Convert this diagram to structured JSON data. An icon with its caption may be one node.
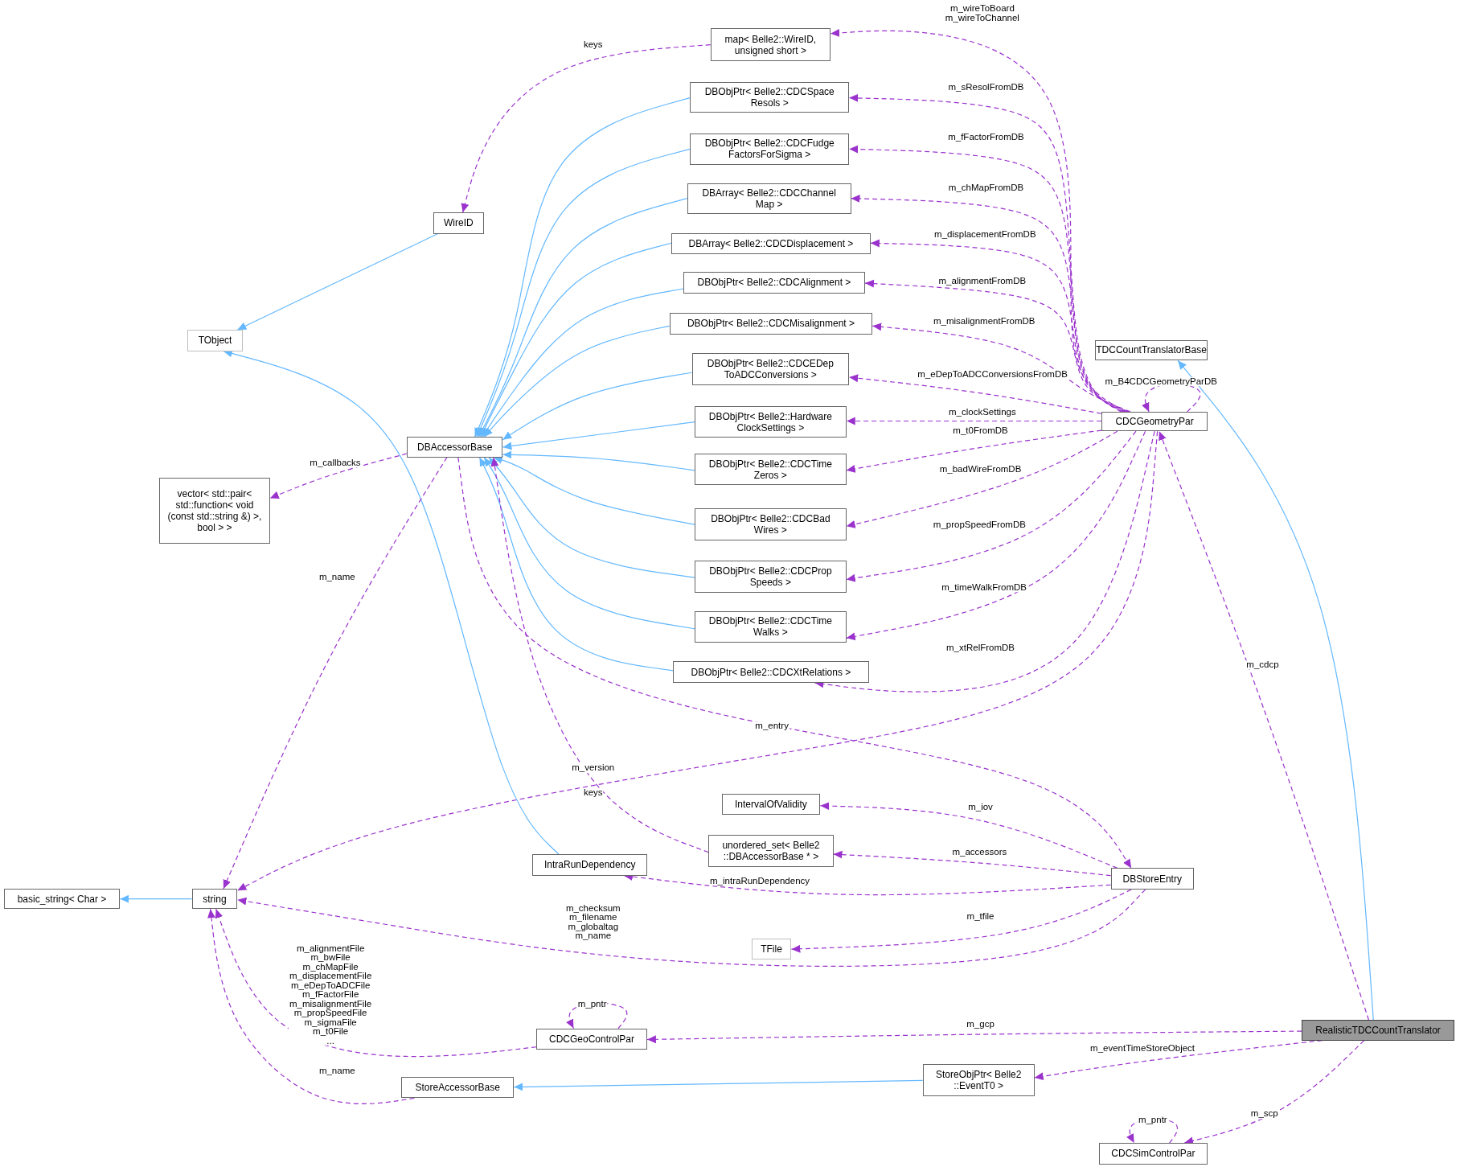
{
  "diagram": {
    "nodes": [
      {
        "text": [
          "RealisticTDCCountTranslator"
        ]
      },
      {
        "text": [
          "TDCCountTranslatorBase"
        ]
      },
      {
        "text": [
          "CDCGeometryPar"
        ]
      },
      {
        "text": [
          "map< Belle2::WireID, unsigned short >"
        ]
      },
      {
        "text": [
          "WireID"
        ]
      },
      {
        "text": [
          "TObject"
        ]
      },
      {
        "text": [
          "DBAccessorBase"
        ]
      },
      {
        "text": [
          "DBObjPtr< Belle2::CDCSpace Resols >"
        ]
      },
      {
        "text": [
          "DBObjPtr< Belle2::CDCFudge FactorsForSigma >"
        ]
      },
      {
        "text": [
          "DBArray< Belle2::CDCChannel Map >"
        ]
      },
      {
        "text": [
          "DBArray< Belle2::CDCDisplacement >"
        ]
      },
      {
        "text": [
          "DBObjPtr< Belle2::CDCAlignment >"
        ]
      },
      {
        "text": [
          "DBObjPtr< Belle2::CDCMisalignment >"
        ]
      },
      {
        "text": [
          "DBObjPtr< Belle2::CDCEDep ToADCConversions >"
        ]
      },
      {
        "text": [
          "DBObjPtr< Belle2::Hardware ClockSettings >"
        ]
      },
      {
        "text": [
          "DBObjPtr< Belle2::CDCTime Zeros >"
        ]
      },
      {
        "text": [
          "DBObjPtr< Belle2::CDCBad Wires >"
        ]
      },
      {
        "text": [
          "DBObjPtr< Belle2::CDCProp Speeds >"
        ]
      },
      {
        "text": [
          "DBObjPtr< Belle2::CDCTime Walks >"
        ]
      },
      {
        "text": [
          "DBObjPtr< Belle2::CDCXtRelations >"
        ]
      },
      {
        "text": [
          "vector< std::pair< std::function< void (const std::string &) >, bool > >"
        ]
      },
      {
        "text": [
          "string"
        ]
      },
      {
        "text": [
          "basic_string< Char >"
        ]
      },
      {
        "text": [
          "IntervalOfValidity"
        ]
      },
      {
        "text": [
          "unordered_set< Belle2 ::DBAccessorBase * >"
        ]
      },
      {
        "text": [
          "IntraRunDependency"
        ]
      },
      {
        "text": [
          "DBStoreEntry"
        ]
      },
      {
        "text": [
          "TFile"
        ]
      },
      {
        "text": [
          "CDCGeoControlPar"
        ]
      },
      {
        "text": [
          "StoreAccessorBase"
        ]
      },
      {
        "text": [
          "StoreObjPtr< Belle2 ::EventT0 >"
        ]
      },
      {
        "text": [
          "CDCSimControlPar"
        ]
      }
    ],
    "edges": [
      {
        "from": 0,
        "to": 1,
        "arrow": "to",
        "color": "#63b8ff"
      },
      {
        "from": 0,
        "to": 2,
        "arrow": "to",
        "label": "m_cdcp",
        "style": "dashed"
      },
      {
        "from": 0,
        "to": 28,
        "arrow": "to",
        "label": "m_gcp",
        "style": "dashed"
      },
      {
        "from": 0,
        "to": 30,
        "arrow": "to",
        "label": "m_eventTimeStoreObject",
        "style": "dashed"
      },
      {
        "from": 0,
        "to": 31,
        "arrow": "to",
        "label": "m_scp",
        "style": "dashed"
      },
      {
        "from": 31,
        "to": 31,
        "arrow": "to",
        "label": "m_pntr",
        "style": "dashed"
      },
      {
        "from": 28,
        "to": 28,
        "arrow": "to",
        "label": "m_pntr",
        "style": "dashed"
      },
      {
        "from": 28,
        "to": 21,
        "arrow": "to",
        "label": "m_alignmentFile m_bwFile m_chMapFile m_displacementFile m_eDepToADCFile m_fFactorFile m_misalignmentFile m_propSpeedFile m_sigmaFile m_t0File ...",
        "style": "dashed"
      },
      {
        "from": 29,
        "to": 21,
        "arrow": "to",
        "label": "m_name",
        "style": "dashed"
      },
      {
        "from": 30,
        "to": 29,
        "arrow": "to",
        "color": "#63b8ff"
      },
      {
        "from": 2,
        "to": 2,
        "arrow": "to",
        "label": "m_B4CDCGeometryParDB",
        "style": "dashed"
      },
      {
        "from": 2,
        "to": 3,
        "arrow": "to",
        "label": "m_wireToBoard m_wireToChannel",
        "style": "dashed"
      },
      {
        "from": 2,
        "to": 7,
        "arrow": "to",
        "label": "m_sResolFromDB",
        "style": "dashed"
      },
      {
        "from": 2,
        "to": 8,
        "arrow": "to",
        "label": "m_fFactorFromDB",
        "style": "dashed"
      },
      {
        "from": 2,
        "to": 9,
        "arrow": "to",
        "label": "m_chMapFromDB",
        "style": "dashed"
      },
      {
        "from": 2,
        "to": 10,
        "arrow": "to",
        "label": "m_displacementFromDB",
        "style": "dashed"
      },
      {
        "from": 2,
        "to": 11,
        "arrow": "to",
        "label": "m_alignmentFromDB",
        "style": "dashed"
      },
      {
        "from": 2,
        "to": 12,
        "arrow": "to",
        "label": "m_misalignmentFromDB",
        "style": "dashed"
      },
      {
        "from": 2,
        "to": 13,
        "arrow": "to",
        "label": "m_eDepToADCConversionsFromDB",
        "style": "dashed"
      },
      {
        "from": 2,
        "to": 14,
        "arrow": "to",
        "label": "m_clockSettings",
        "style": "dashed"
      },
      {
        "from": 2,
        "to": 15,
        "arrow": "to",
        "label": "m_t0FromDB",
        "style": "dashed"
      },
      {
        "from": 2,
        "to": 16,
        "arrow": "to",
        "label": "m_badWireFromDB",
        "style": "dashed"
      },
      {
        "from": 2,
        "to": 17,
        "arrow": "to",
        "label": "m_propSpeedFromDB",
        "style": "dashed"
      },
      {
        "from": 2,
        "to": 18,
        "arrow": "to",
        "label": "m_timeWalkFromDB",
        "style": "dashed"
      },
      {
        "from": 2,
        "to": 19,
        "arrow": "to",
        "label": "m_xtRelFromDB",
        "style": "dashed"
      },
      {
        "from": 2,
        "to": 21,
        "arrow": "to",
        "label": "m_version",
        "style": "dashed"
      },
      {
        "from": 3,
        "to": 4,
        "arrow": "to",
        "label": "keys",
        "style": "dashed"
      },
      {
        "from": 4,
        "to": 5,
        "arrow": "to",
        "color": "#63b8ff"
      },
      {
        "from": 25,
        "to": 5,
        "arrow": "to",
        "color": "#63b8ff"
      },
      {
        "from": 7,
        "to": 6,
        "arrow": "to",
        "color": "#63b8ff"
      },
      {
        "from": 8,
        "to": 6,
        "arrow": "to",
        "color": "#63b8ff"
      },
      {
        "from": 9,
        "to": 6,
        "arrow": "to",
        "color": "#63b8ff"
      },
      {
        "from": 10,
        "to": 6,
        "arrow": "to",
        "color": "#63b8ff"
      },
      {
        "from": 11,
        "to": 6,
        "arrow": "to",
        "color": "#63b8ff"
      },
      {
        "from": 12,
        "to": 6,
        "arrow": "to",
        "color": "#63b8ff"
      },
      {
        "from": 13,
        "to": 6,
        "arrow": "to",
        "color": "#63b8ff"
      },
      {
        "from": 14,
        "to": 6,
        "arrow": "to",
        "color": "#63b8ff"
      },
      {
        "from": 15,
        "to": 6,
        "arrow": "to",
        "color": "#63b8ff"
      },
      {
        "from": 16,
        "to": 6,
        "arrow": "to",
        "color": "#63b8ff"
      },
      {
        "from": 17,
        "to": 6,
        "arrow": "to",
        "color": "#63b8ff"
      },
      {
        "from": 18,
        "to": 6,
        "arrow": "to",
        "color": "#63b8ff"
      },
      {
        "from": 19,
        "to": 6,
        "arrow": "to",
        "color": "#63b8ff"
      },
      {
        "from": 6,
        "to": 20,
        "arrow": "to",
        "label": "m_callbacks",
        "style": "dashed"
      },
      {
        "from": 6,
        "to": 21,
        "arrow": "to",
        "label": "m_name",
        "style": "dashed"
      },
      {
        "from": 6,
        "to": 26,
        "arrow": "to",
        "label": "m_entry",
        "style": "dashed"
      },
      {
        "from": 24,
        "to": 6,
        "arrow": "to",
        "label": "keys",
        "style": "dashed"
      },
      {
        "from": 26,
        "to": 23,
        "arrow": "to",
        "label": "m_iov",
        "style": "dashed"
      },
      {
        "from": 26,
        "to": 24,
        "arrow": "to",
        "label": "m_accessors",
        "style": "dashed"
      },
      {
        "from": 26,
        "to": 25,
        "arrow": "to",
        "label": "m_intraRunDependency",
        "style": "dashed"
      },
      {
        "from": 26,
        "to": 27,
        "arrow": "to",
        "label": "m_tfile",
        "style": "dashed"
      },
      {
        "from": 26,
        "to": 21,
        "arrow": "to",
        "label": "m_checksum m_filename m_globaltag m_name",
        "style": "dashed"
      },
      {
        "from": 21,
        "to": 22,
        "arrow": "to",
        "color": "#63b8ff"
      }
    ]
  }
}
